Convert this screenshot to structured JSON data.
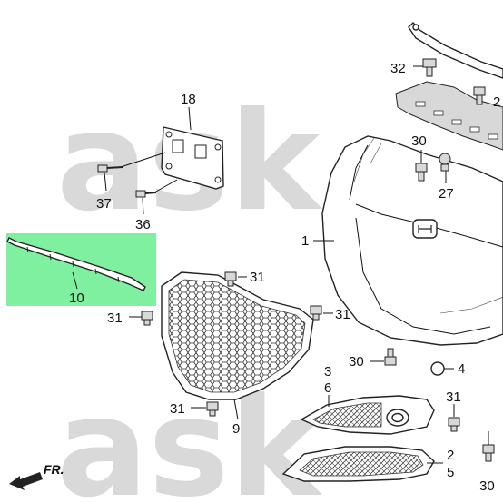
{
  "watermark": [
    "ask",
    "ask"
  ],
  "direction_label": "FR.",
  "callouts": [
    {
      "id": "c32",
      "text": "32"
    },
    {
      "id": "c2a",
      "text": "2"
    },
    {
      "id": "c18",
      "text": "18"
    },
    {
      "id": "c30a",
      "text": "30"
    },
    {
      "id": "c37",
      "text": "37"
    },
    {
      "id": "c27",
      "text": "27"
    },
    {
      "id": "c36",
      "text": "36"
    },
    {
      "id": "c1",
      "text": "1"
    },
    {
      "id": "c10",
      "text": "10"
    },
    {
      "id": "c31a",
      "text": "31"
    },
    {
      "id": "c31b",
      "text": "31"
    },
    {
      "id": "c31c",
      "text": "31"
    },
    {
      "id": "c30b",
      "text": "30"
    },
    {
      "id": "c4",
      "text": "4"
    },
    {
      "id": "c3",
      "text": "3"
    },
    {
      "id": "c6",
      "text": "6"
    },
    {
      "id": "c31d",
      "text": "31"
    },
    {
      "id": "c31e",
      "text": "31"
    },
    {
      "id": "c9",
      "text": "9"
    },
    {
      "id": "c30c",
      "text": "30"
    },
    {
      "id": "c2b",
      "text": "2"
    },
    {
      "id": "c5",
      "text": "5"
    }
  ],
  "highlight_color": "#7ff0a0"
}
